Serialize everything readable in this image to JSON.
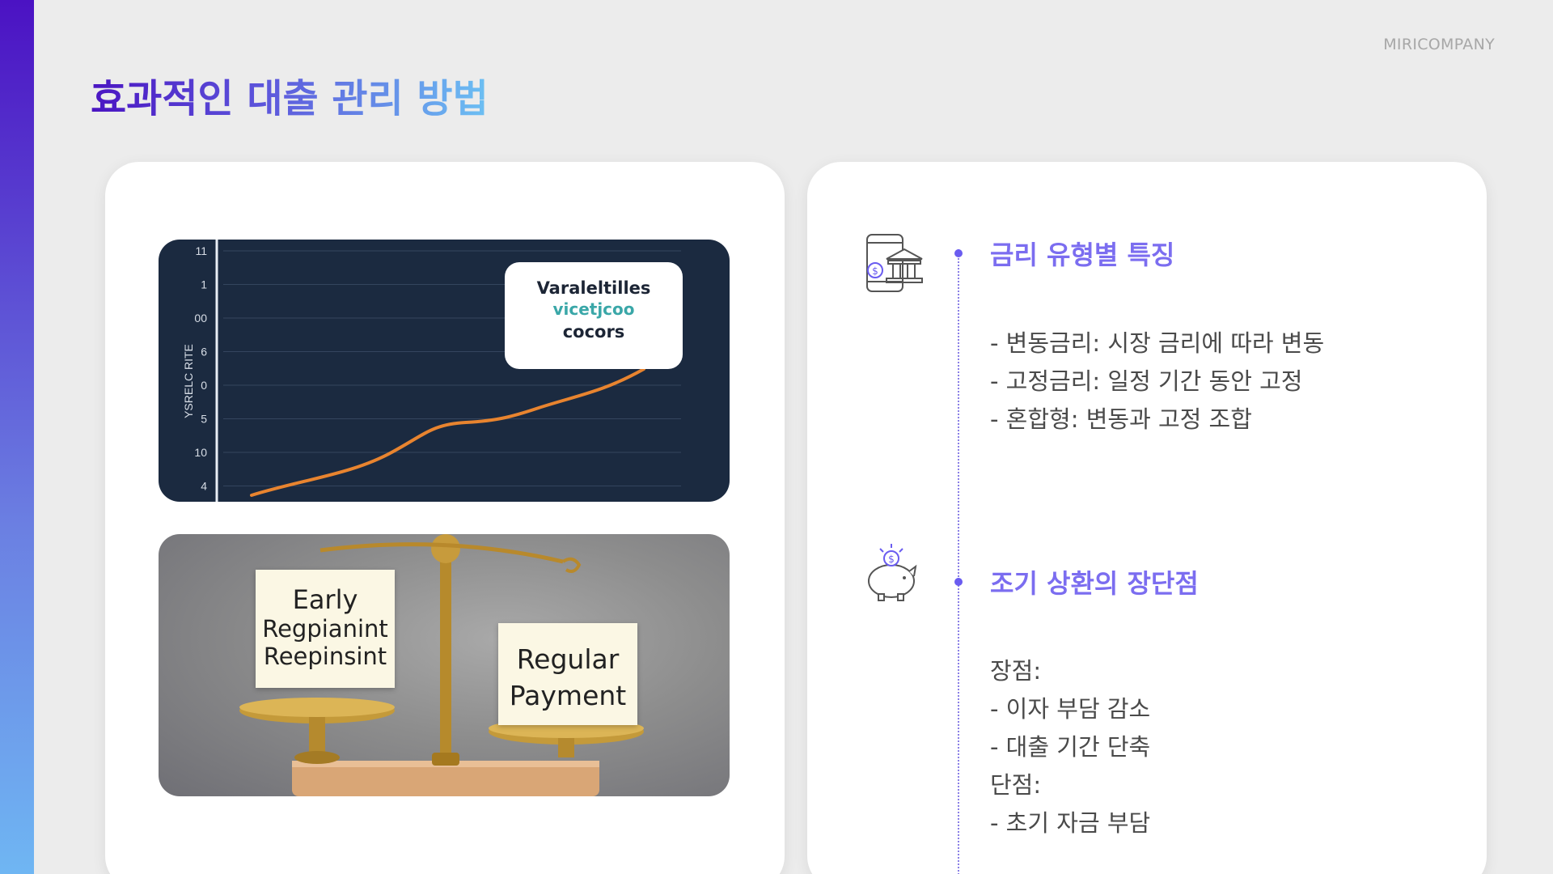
{
  "brand": "MIRICOMPANY",
  "title": "효과적인 대출 관리 방법",
  "chart_image": {
    "ylabel": "YSRELC RITE",
    "yticks": [
      "11",
      "1",
      "00",
      "6",
      "0",
      "5",
      "10",
      "4"
    ],
    "bubble": {
      "line1": "Varaleltilles",
      "line2": "vicetjcoo",
      "line3": "cocors"
    },
    "line_color": "#e8842f"
  },
  "scale_image": {
    "note_left": [
      "Early",
      "Regpianint",
      "Reepinsint"
    ],
    "note_right": [
      "Regular",
      "Payment"
    ]
  },
  "sections": [
    {
      "icon": "mobile-bank-icon",
      "title": "금리 유형별 특징",
      "lines": [
        "- 변동금리: 시장 금리에 따라 변동",
        "- 고정금리: 일정 기간 동안 고정",
        "- 혼합형: 변동과 고정 조합"
      ]
    },
    {
      "icon": "piggy-bank-icon",
      "title": "조기 상환의 장단점",
      "lines": [
        "장점:",
        "- 이자 부담 감소",
        "- 대출 기간 단축",
        "단점:",
        "- 초기 자금 부담"
      ]
    }
  ],
  "colors": {
    "accent": "#7b6df0",
    "sidebar_top": "#4b12c3",
    "sidebar_bottom": "#6fb6f3",
    "chart_bg": "#1b2a40"
  }
}
